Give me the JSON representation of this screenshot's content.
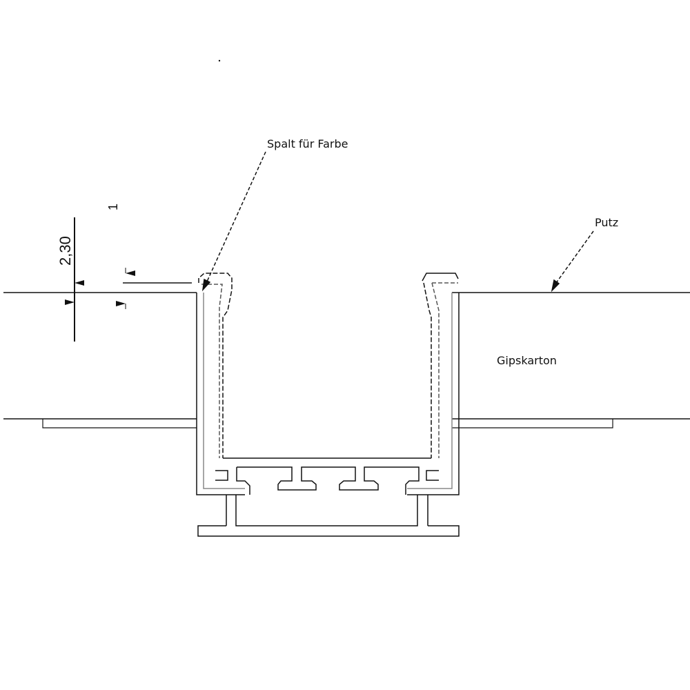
{
  "labels": {
    "gap": "Spalt für Farbe",
    "plaster": "Putz",
    "drywall": "Gipskarton"
  },
  "dimensions": {
    "thickness": "2,30",
    "gap": "1"
  },
  "colors": {
    "line": "#111111",
    "light_line": "#9a9a9a",
    "background": "#ffffff"
  }
}
